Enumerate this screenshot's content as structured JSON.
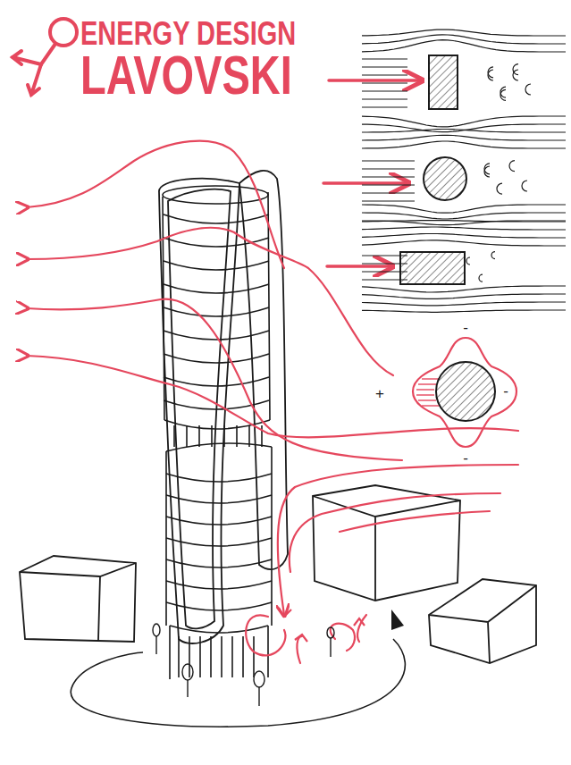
{
  "diagram": {
    "title": "ENERGY DESIGN LAVOVSKI",
    "labels": [
      "-",
      "+",
      "-",
      "-"
    ]
  }
}
